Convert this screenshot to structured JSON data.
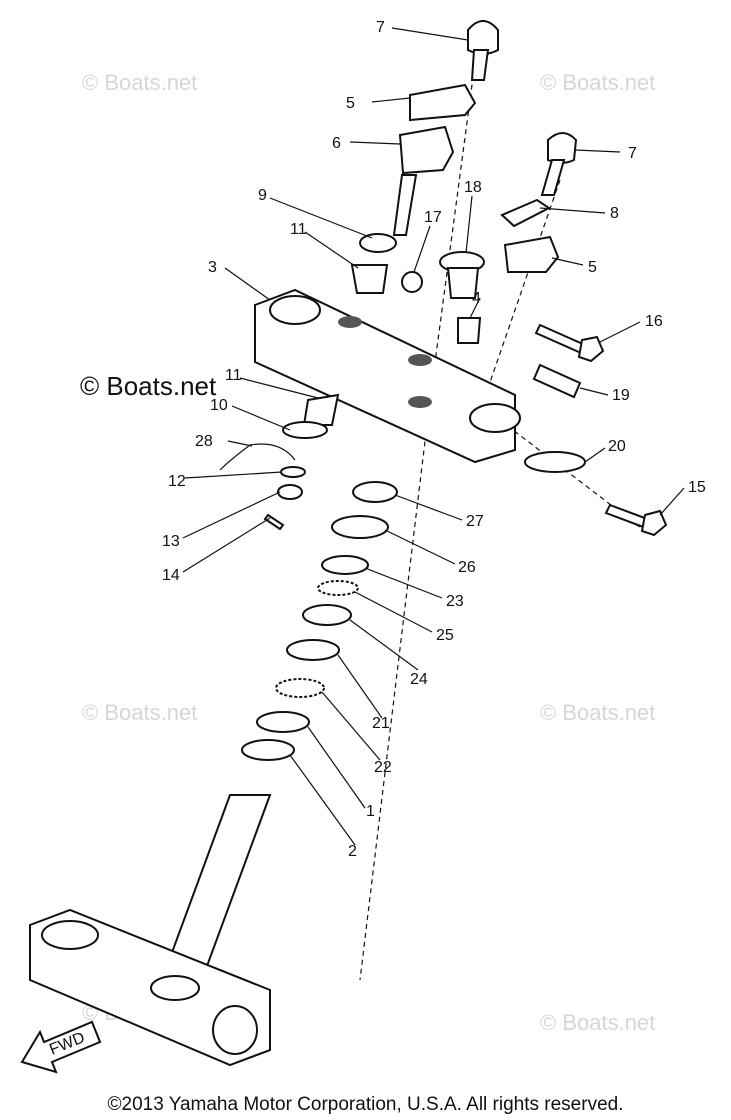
{
  "watermarks": [
    "© Boats.net",
    "© Boats.net",
    "© Boats.net",
    "© Boats.net",
    "© Boats.net",
    "© Boats.net"
  ],
  "main_watermark": "© Boats.net",
  "fwd_label": "FWD",
  "copyright": "©2013 Yamaha Motor Corporation, U.S.A. All rights reserved.",
  "callouts": [
    "7",
    "5",
    "6",
    "7",
    "8",
    "9",
    "11",
    "17",
    "18",
    "5",
    "3",
    "4",
    "16",
    "11",
    "10",
    "19",
    "28",
    "20",
    "12",
    "13",
    "14",
    "15",
    "27",
    "26",
    "23",
    "25",
    "24",
    "21",
    "22",
    "1",
    "2"
  ]
}
